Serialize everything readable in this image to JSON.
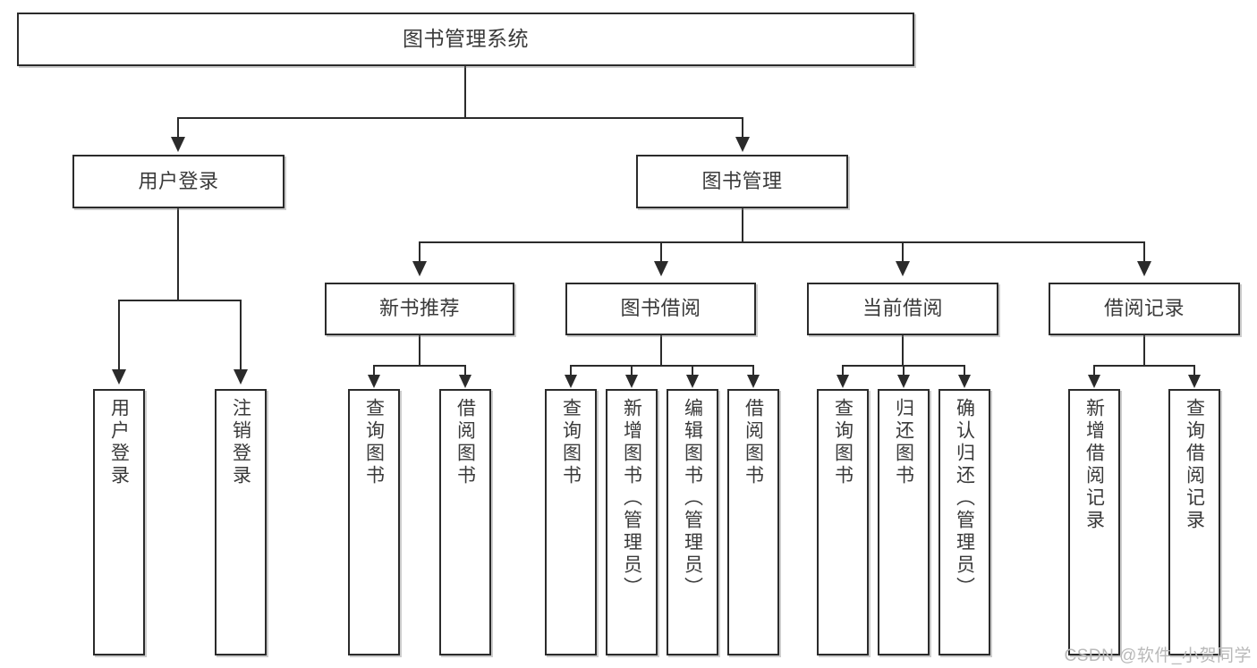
{
  "diagram": {
    "title": "图书管理系统",
    "watermark": "CSDN @软件_小贺同学",
    "levels": {
      "level1": [
        {
          "id": "root",
          "label": "图书管理系统"
        }
      ],
      "level2": [
        {
          "id": "user-login",
          "label": "用户登录"
        },
        {
          "id": "book-manage",
          "label": "图书管理"
        }
      ],
      "level3": [
        {
          "id": "new-book-recommend",
          "label": "新书推荐"
        },
        {
          "id": "book-borrow",
          "label": "图书借阅"
        },
        {
          "id": "current-borrow",
          "label": "当前借阅"
        },
        {
          "id": "borrow-record",
          "label": "借阅记录"
        }
      ],
      "leaves": {
        "user_login": [
          {
            "id": "leaf-user-login",
            "label": "用户登录"
          },
          {
            "id": "leaf-logout-login",
            "label": "注销登录"
          }
        ],
        "new_book_recommend": [
          {
            "id": "leaf-query-book-1",
            "label": "查询图书"
          },
          {
            "id": "leaf-borrow-book-1",
            "label": "借阅图书"
          }
        ],
        "book_borrow": [
          {
            "id": "leaf-query-book-2",
            "label": "查询图书"
          },
          {
            "id": "leaf-add-book",
            "label": "新增图书（管理员）"
          },
          {
            "id": "leaf-edit-book",
            "label": "编辑图书（管理员）"
          },
          {
            "id": "leaf-borrow-book-2",
            "label": "借阅图书"
          }
        ],
        "current_borrow": [
          {
            "id": "leaf-query-book-3",
            "label": "查询图书"
          },
          {
            "id": "leaf-return-book",
            "label": "归还图书"
          },
          {
            "id": "leaf-confirm-return",
            "label": "确认归还（管理员）"
          }
        ],
        "borrow_record": [
          {
            "id": "leaf-add-record",
            "label": "新增借阅记录"
          },
          {
            "id": "leaf-query-record",
            "label": "查询借阅记录"
          }
        ]
      }
    },
    "colors": {
      "stroke": "#2b2b2b",
      "text": "#3a3a3a",
      "background": "#ffffff",
      "watermark": "#b9b9b9"
    }
  }
}
